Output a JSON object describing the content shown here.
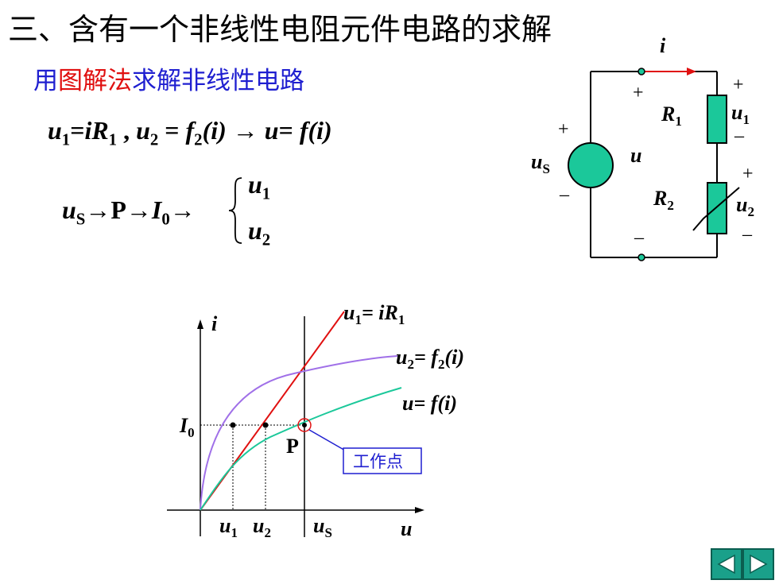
{
  "title": "三、含有一个非线性电阻元件电路的求解",
  "subtitle": {
    "part1": "用",
    "part2": "图解法",
    "part3": "求解非线性电路"
  },
  "eq1": {
    "u": "u",
    "s1": "1",
    "eq_a": "=",
    "iR": "iR",
    "s1b": "1",
    "comma": " , ",
    "u2": "u",
    "s2": "2",
    "eq_b": " = ",
    "f": "f",
    "s2b": "2",
    "paren": "(i)",
    "arrow": " → ",
    "u3": "u",
    "eq_c": "= ",
    "f2": "f",
    "paren2": "(i)"
  },
  "eq2": {
    "u": "u",
    "sub_s": "S",
    "arrow1": "→",
    "P": "P",
    "arrow2": "→",
    "I": "I",
    "sub_0": "0",
    "arrow3": "→",
    "brace": "{",
    "u1": "u",
    "u1_sub": "1",
    "u2": "u",
    "u2_sub": "2"
  },
  "circuit": {
    "i": "i",
    "plus_top_left": "+",
    "plus_top_right": "+",
    "R1": "R",
    "R1_sub": "1",
    "u1": "u",
    "u1_sub": "1",
    "minus_u1": "–",
    "plus_us": "+",
    "us": "u",
    "us_sub": "S",
    "minus_us": "–",
    "u": "u",
    "plus_u2": "+",
    "R2": "R",
    "R2_sub": "2",
    "u2": "u",
    "u2_sub": "2",
    "minus_u2": "–",
    "minus_bottom": "–",
    "colors": {
      "source": "#1bc89a",
      "wire": "#000000",
      "arrow": "#e01010"
    }
  },
  "graph": {
    "axis_i": "i",
    "axis_u": "u",
    "I0": "I",
    "I0_sub": "0",
    "P": "P",
    "tick_u1": "u",
    "tick_u1_sub": "1",
    "tick_u2": "u",
    "tick_u2_sub": "2",
    "tick_us": "u",
    "tick_us_sub": "S",
    "curve_u1_label": "u",
    "curve_u1_sub": "1",
    "curve_u1_rhs": "= iR",
    "curve_u1_rhs_sub": "1",
    "curve_u2_label": "u",
    "curve_u2_sub": "2",
    "curve_u2_rhs": "= f",
    "curve_u2_rhs_sub": "2",
    "curve_u2_paren": "(i)",
    "curve_u_label": "u= f",
    "curve_u_paren": "(i)",
    "callout": "工作点",
    "colors": {
      "u1_line": "#e01010",
      "u2_curve": "#a070e8",
      "u_curve": "#1bc89a",
      "callout": "#1f1fd0"
    }
  },
  "nav": {
    "prev": "prev-arrow",
    "next": "next-arrow"
  }
}
